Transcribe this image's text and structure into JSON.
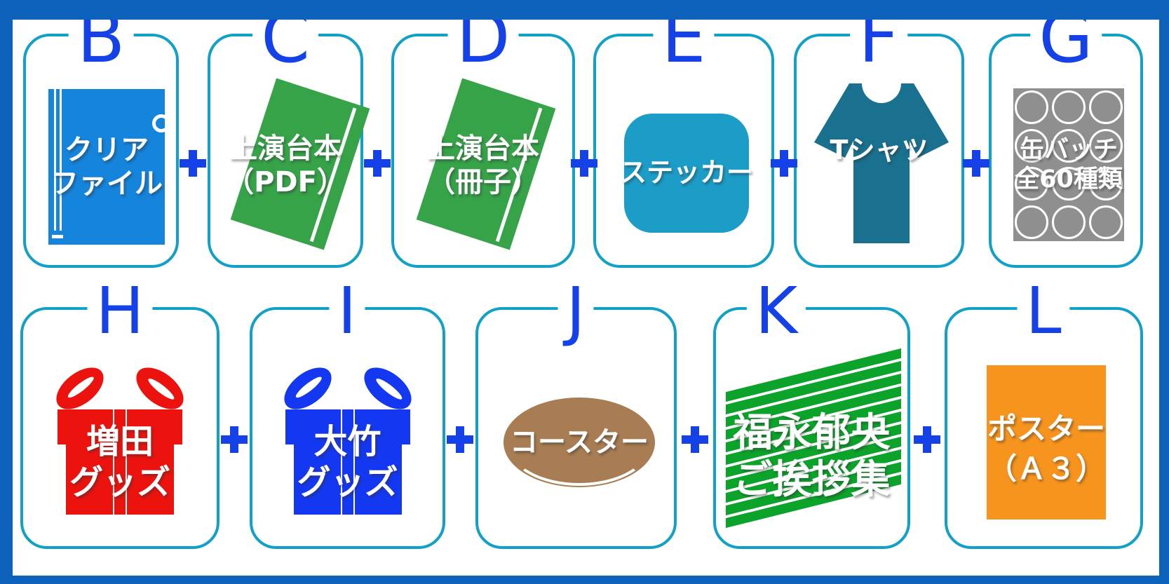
{
  "colors": {
    "frame": "#0d62bc",
    "card_border": "#12a1c6",
    "letter": "#1441e8",
    "plus": "#1441e8"
  },
  "plus_symbol": "+",
  "rows": [
    {
      "items": [
        {
          "letter": "B",
          "type": "clear-file",
          "color": "#1484dc",
          "label": [
            "クリア",
            "ファイル"
          ]
        },
        {
          "letter": "C",
          "type": "book",
          "color": "#36a349",
          "label": [
            "上演台本",
            "（PDF）"
          ]
        },
        {
          "letter": "D",
          "type": "book",
          "color": "#36a349",
          "label": [
            "上演台本",
            "（冊子）"
          ]
        },
        {
          "letter": "E",
          "type": "sticker",
          "color": "#1b9dc8",
          "label": [
            "ステッカー"
          ]
        },
        {
          "letter": "F",
          "type": "t-shirt",
          "color": "#19708f",
          "label": [
            "Tシャツ"
          ]
        },
        {
          "letter": "G",
          "type": "badge-sheet",
          "color": "#8f8f8f",
          "label": [
            "缶バッチ",
            "全60種類"
          ]
        }
      ]
    },
    {
      "items": [
        {
          "letter": "H",
          "type": "gift-box",
          "color": "#ec130e",
          "label": [
            "増田",
            "グッズ"
          ]
        },
        {
          "letter": "I",
          "type": "gift-box",
          "color": "#1437f2",
          "label": [
            "大竹",
            "グッズ"
          ]
        },
        {
          "letter": "J",
          "type": "coaster",
          "color": "#a97d53",
          "label": [
            "コースター"
          ]
        },
        {
          "letter": "K",
          "type": "paper-stack",
          "color": "#0ca32b",
          "label": [
            "福永郁央",
            "ご挨拶集"
          ]
        },
        {
          "letter": "L",
          "type": "poster",
          "color": "#f7941e",
          "label": [
            "ポスター",
            "（Ａ３）"
          ]
        }
      ]
    }
  ]
}
